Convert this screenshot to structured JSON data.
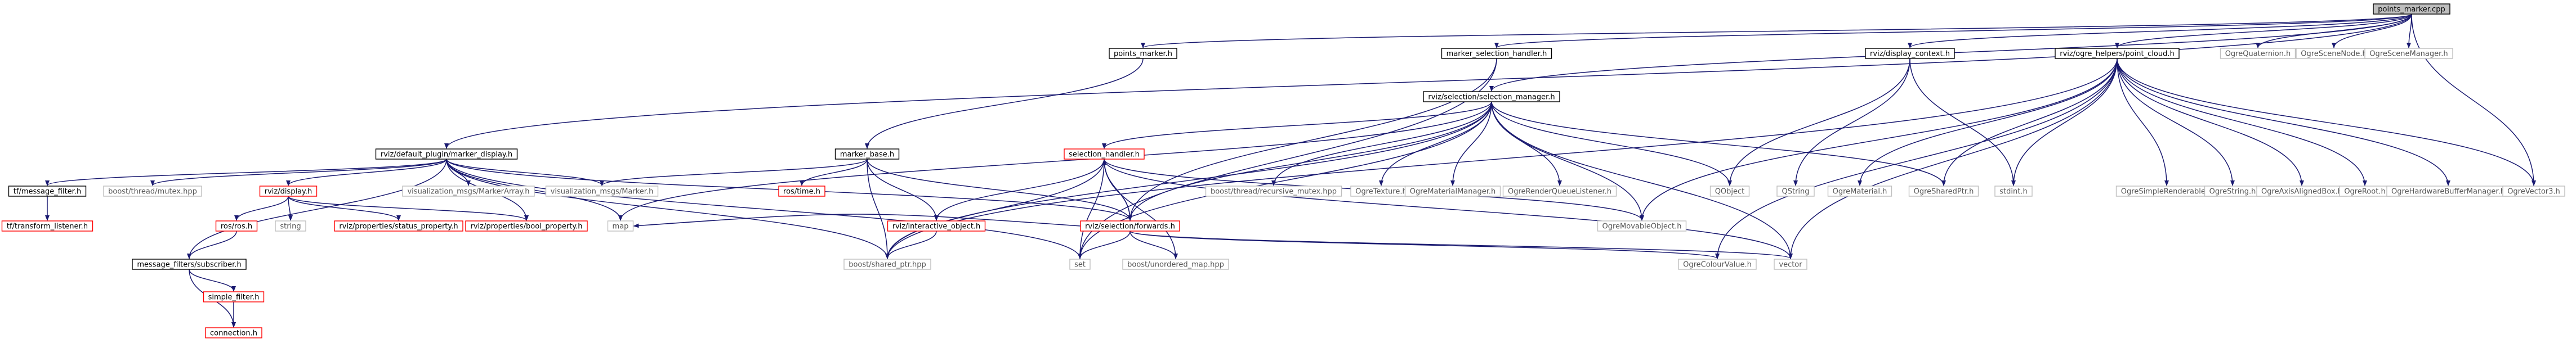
{
  "colors": {
    "edge": "#191970",
    "border_normal": "#000000",
    "border_missing": "#bfbfbf",
    "border_truncated": "#ff0000",
    "fill_root": "#bfbfbf",
    "fill_normal": "#ffffff",
    "text_normal": "#000000",
    "text_missing": "#555555"
  },
  "nodes": [
    {
      "id": "points_marker_cpp",
      "label": "points_marker.cpp",
      "kind": "root"
    },
    {
      "id": "points_marker_h",
      "label": "points_marker.h",
      "kind": "normal"
    },
    {
      "id": "marker_selection_handler_h",
      "label": "marker_selection_handler.h",
      "kind": "normal"
    },
    {
      "id": "rviz_display_context_h",
      "label": "rviz/display_context.h",
      "kind": "normal"
    },
    {
      "id": "rviz_ogre_helpers_point_cloud_h",
      "label": "rviz/ogre_helpers/point_cloud.h",
      "kind": "normal"
    },
    {
      "id": "OgreQuaternion_h",
      "label": "OgreQuaternion.h",
      "kind": "missing"
    },
    {
      "id": "OgreSceneNode_h",
      "label": "OgreSceneNode.h",
      "kind": "missing"
    },
    {
      "id": "OgreSceneManager_h",
      "label": "OgreSceneManager.h",
      "kind": "missing"
    },
    {
      "id": "rviz_selection_selection_manager_h",
      "label": "rviz/selection/selection_manager.h",
      "kind": "normal"
    },
    {
      "id": "rviz_default_plugin_marker_display_h",
      "label": "rviz/default_plugin/marker_display.h",
      "kind": "normal"
    },
    {
      "id": "marker_base_h",
      "label": "marker_base.h",
      "kind": "normal"
    },
    {
      "id": "tf_message_filter_h",
      "label": "tf/message_filter.h",
      "kind": "normal"
    },
    {
      "id": "boost_thread_mutex_hpp",
      "label": "boost/thread/mutex.hpp",
      "kind": "missing"
    },
    {
      "id": "rviz_display_h",
      "label": "rviz/display.h",
      "kind": "truncated"
    },
    {
      "id": "visualization_msgs_MarkerArray_h",
      "label": "visualization_msgs/MarkerArray.h",
      "kind": "missing"
    },
    {
      "id": "visualization_msgs_Marker_h",
      "label": "visualization_msgs/Marker.h",
      "kind": "missing"
    },
    {
      "id": "ros_time_h",
      "label": "ros/time.h",
      "kind": "truncated"
    },
    {
      "id": "selection_handler_h",
      "label": "selection_handler.h",
      "kind": "truncated"
    },
    {
      "id": "boost_thread_recursive_mutex_hpp",
      "label": "boost/thread/recursive_mutex.hpp",
      "kind": "missing"
    },
    {
      "id": "OgreTexture_h",
      "label": "OgreTexture.h",
      "kind": "missing"
    },
    {
      "id": "OgreMaterialManager_h",
      "label": "OgreMaterialManager.h",
      "kind": "missing"
    },
    {
      "id": "OgreRenderQueueListener_h",
      "label": "OgreRenderQueueListener.h",
      "kind": "missing"
    },
    {
      "id": "QObject",
      "label": "QObject",
      "kind": "missing"
    },
    {
      "id": "QString",
      "label": "QString",
      "kind": "missing"
    },
    {
      "id": "OgreMaterial_h",
      "label": "OgreMaterial.h",
      "kind": "missing"
    },
    {
      "id": "OgreSharedPtr_h",
      "label": "OgreSharedPtr.h",
      "kind": "missing"
    },
    {
      "id": "stdint_h",
      "label": "stdint.h",
      "kind": "missing"
    },
    {
      "id": "OgreSimpleRenderable_h",
      "label": "OgreSimpleRenderable.h",
      "kind": "missing"
    },
    {
      "id": "OgreString_h",
      "label": "OgreString.h",
      "kind": "missing"
    },
    {
      "id": "OgreAxisAlignedBox_h",
      "label": "OgreAxisAlignedBox.h",
      "kind": "missing"
    },
    {
      "id": "OgreRoot_h",
      "label": "OgreRoot.h",
      "kind": "missing"
    },
    {
      "id": "OgreHardwareBufferManager_h",
      "label": "OgreHardwareBufferManager.h",
      "kind": "missing"
    },
    {
      "id": "OgreVector3_h",
      "label": "OgreVector3.h",
      "kind": "missing"
    },
    {
      "id": "tf_transform_listener_h",
      "label": "tf/transform_listener.h",
      "kind": "truncated"
    },
    {
      "id": "ros_ros_h",
      "label": "ros/ros.h",
      "kind": "truncated"
    },
    {
      "id": "string",
      "label": "string",
      "kind": "missing"
    },
    {
      "id": "rviz_properties_status_property_h",
      "label": "rviz/properties/status_property.h",
      "kind": "truncated"
    },
    {
      "id": "rviz_properties_bool_property_h",
      "label": "rviz/properties/bool_property.h",
      "kind": "truncated"
    },
    {
      "id": "map",
      "label": "map",
      "kind": "missing"
    },
    {
      "id": "rviz_interactive_object_h",
      "label": "rviz/interactive_object.h",
      "kind": "truncated"
    },
    {
      "id": "rviz_selection_forwards_h",
      "label": "rviz/selection/forwards.h",
      "kind": "truncated"
    },
    {
      "id": "OgreMovableObject_h",
      "label": "OgreMovableObject.h",
      "kind": "missing"
    },
    {
      "id": "message_filters_subscriber_h",
      "label": "message_filters/subscriber.h",
      "kind": "normal"
    },
    {
      "id": "boost_shared_ptr_hpp",
      "label": "boost/shared_ptr.hpp",
      "kind": "missing"
    },
    {
      "id": "set",
      "label": "set",
      "kind": "missing"
    },
    {
      "id": "boost_unordered_map_hpp",
      "label": "boost/unordered_map.hpp",
      "kind": "missing"
    },
    {
      "id": "OgreColourValue_h",
      "label": "OgreColourValue.h",
      "kind": "missing"
    },
    {
      "id": "vector",
      "label": "vector",
      "kind": "missing"
    },
    {
      "id": "simple_filter_h",
      "label": "simple_filter.h",
      "kind": "truncated"
    },
    {
      "id": "connection_h",
      "label": "connection.h",
      "kind": "truncated"
    }
  ],
  "edges": [
    [
      "points_marker_cpp",
      "points_marker_h"
    ],
    [
      "points_marker_cpp",
      "marker_selection_handler_h"
    ],
    [
      "points_marker_cpp",
      "rviz_selection_selection_manager_h"
    ],
    [
      "points_marker_cpp",
      "rviz_display_context_h"
    ],
    [
      "points_marker_cpp",
      "rviz_ogre_helpers_point_cloud_h"
    ],
    [
      "points_marker_cpp",
      "rviz_default_plugin_marker_display_h"
    ],
    [
      "points_marker_cpp",
      "OgreQuaternion_h"
    ],
    [
      "points_marker_cpp",
      "OgreSceneNode_h"
    ],
    [
      "points_marker_cpp",
      "OgreSceneManager_h"
    ],
    [
      "points_marker_cpp",
      "OgreVector3_h"
    ],
    [
      "points_marker_h",
      "marker_base_h"
    ],
    [
      "marker_selection_handler_h",
      "rviz_selection_forwards_h"
    ],
    [
      "marker_selection_handler_h",
      "set"
    ],
    [
      "rviz_display_context_h",
      "QObject"
    ],
    [
      "rviz_display_context_h",
      "QString"
    ],
    [
      "rviz_display_context_h",
      "stdint_h"
    ],
    [
      "rviz_ogre_helpers_point_cloud_h",
      "OgreSimpleRenderable_h"
    ],
    [
      "rviz_ogre_helpers_point_cloud_h",
      "OgreMovableObject_h"
    ],
    [
      "rviz_ogre_helpers_point_cloud_h",
      "OgreString_h"
    ],
    [
      "rviz_ogre_helpers_point_cloud_h",
      "OgreAxisAlignedBox_h"
    ],
    [
      "rviz_ogre_helpers_point_cloud_h",
      "OgreVector3_h"
    ],
    [
      "rviz_ogre_helpers_point_cloud_h",
      "OgreMaterial_h"
    ],
    [
      "rviz_ogre_helpers_point_cloud_h",
      "OgreColourValue_h"
    ],
    [
      "rviz_ogre_helpers_point_cloud_h",
      "OgreRoot_h"
    ],
    [
      "rviz_ogre_helpers_point_cloud_h",
      "OgreHardwareBufferManager_h"
    ],
    [
      "rviz_ogre_helpers_point_cloud_h",
      "OgreSharedPtr_h"
    ],
    [
      "rviz_ogre_helpers_point_cloud_h",
      "stdint_h"
    ],
    [
      "rviz_ogre_helpers_point_cloud_h",
      "vector"
    ],
    [
      "rviz_ogre_helpers_point_cloud_h",
      "boost_shared_ptr_hpp"
    ],
    [
      "rviz_selection_selection_manager_h",
      "map"
    ],
    [
      "rviz_selection_selection_manager_h",
      "boost_shared_ptr_hpp"
    ],
    [
      "rviz_selection_selection_manager_h",
      "boost_thread_recursive_mutex_hpp"
    ],
    [
      "rviz_selection_selection_manager_h",
      "OgreTexture_h"
    ],
    [
      "rviz_selection_selection_manager_h",
      "OgreMaterialManager_h"
    ],
    [
      "rviz_selection_selection_manager_h",
      "OgreRenderQueueListener_h"
    ],
    [
      "rviz_selection_selection_manager_h",
      "QObject"
    ],
    [
      "rviz_selection_selection_manager_h",
      "OgreSharedPtr_h"
    ],
    [
      "rviz_selection_selection_manager_h",
      "OgreMovableObject_h"
    ],
    [
      "rviz_selection_selection_manager_h",
      "selection_handler_h"
    ],
    [
      "rviz_selection_selection_manager_h",
      "rviz_selection_forwards_h"
    ],
    [
      "rviz_selection_selection_manager_h",
      "vector"
    ],
    [
      "rviz_selection_selection_manager_h",
      "set"
    ],
    [
      "rviz_default_plugin_marker_display_h",
      "map"
    ],
    [
      "rviz_default_plugin_marker_display_h",
      "set"
    ],
    [
      "rviz_default_plugin_marker_display_h",
      "boost_thread_mutex_hpp"
    ],
    [
      "rviz_default_plugin_marker_display_h",
      "boost_shared_ptr_hpp"
    ],
    [
      "rviz_default_plugin_marker_display_h",
      "tf_message_filter_h"
    ],
    [
      "rviz_default_plugin_marker_display_h",
      "message_filters_subscriber_h"
    ],
    [
      "rviz_default_plugin_marker_display_h",
      "visualization_msgs_Marker_h"
    ],
    [
      "rviz_default_plugin_marker_display_h",
      "visualization_msgs_MarkerArray_h"
    ],
    [
      "rviz_default_plugin_marker_display_h",
      "rviz_display_h"
    ],
    [
      "rviz_default_plugin_marker_display_h",
      "rviz_properties_bool_property_h"
    ],
    [
      "rviz_default_plugin_marker_display_h",
      "rviz_selection_forwards_h"
    ],
    [
      "marker_base_h",
      "visualization_msgs_Marker_h"
    ],
    [
      "marker_base_h",
      "ros_time_h"
    ],
    [
      "marker_base_h",
      "rviz_interactive_object_h"
    ],
    [
      "marker_base_h",
      "boost_shared_ptr_hpp"
    ],
    [
      "marker_base_h",
      "rviz_selection_forwards_h"
    ],
    [
      "tf_message_filter_h",
      "tf_transform_listener_h"
    ],
    [
      "rviz_display_h",
      "string"
    ],
    [
      "rviz_display_h",
      "ros_ros_h"
    ],
    [
      "rviz_display_h",
      "rviz_properties_status_property_h"
    ],
    [
      "rviz_display_h",
      "rviz_properties_bool_property_h"
    ],
    [
      "ros_ros_h",
      "message_filters_subscriber_h"
    ],
    [
      "message_filters_subscriber_h",
      "simple_filter_h"
    ],
    [
      "message_filters_subscriber_h",
      "connection_h"
    ],
    [
      "simple_filter_h",
      "connection_h"
    ],
    [
      "selection_handler_h",
      "rviz_selection_forwards_h"
    ],
    [
      "selection_handler_h",
      "rviz_interactive_object_h"
    ],
    [
      "selection_handler_h",
      "boost_shared_ptr_hpp"
    ],
    [
      "selection_handler_h",
      "boost_unordered_map_hpp"
    ],
    [
      "selection_handler_h",
      "set"
    ],
    [
      "selection_handler_h",
      "vector"
    ],
    [
      "selection_handler_h",
      "OgreMovableObject_h"
    ],
    [
      "rviz_interactive_object_h",
      "boost_shared_ptr_hpp"
    ],
    [
      "rviz_selection_forwards_h",
      "map"
    ],
    [
      "rviz_selection_forwards_h",
      "set"
    ],
    [
      "rviz_selection_forwards_h",
      "vector"
    ],
    [
      "rviz_selection_forwards_h",
      "boost_unordered_map_hpp"
    ],
    [
      "rviz_selection_forwards_h",
      "OgreColourValue_h"
    ],
    [
      "rviz_selection_forwards_h",
      "selection_handler_h"
    ]
  ]
}
